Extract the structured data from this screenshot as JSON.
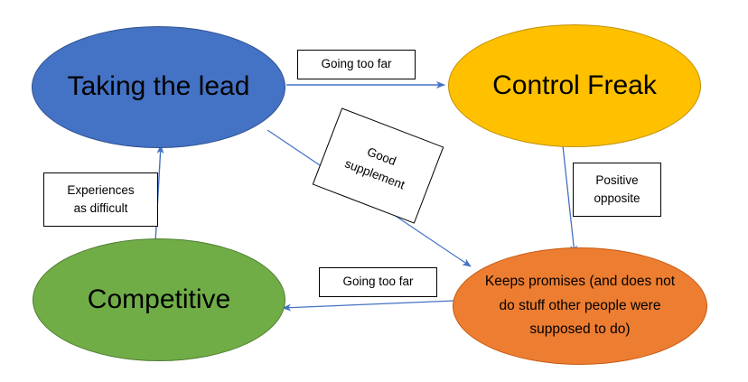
{
  "diagram": {
    "title": "Taking the lead / Control Freak behaviour cycle",
    "type": "cycle-diagram",
    "background": "#ffffff",
    "arrow_color": "#4472C4"
  },
  "nodes": [
    {
      "id": "taking-the-lead",
      "label": "Taking the lead",
      "shape": "ellipse",
      "fill": "#4472C4",
      "stroke": "#2F528F",
      "text_color": "#000000",
      "spellcheck_underline": true
    },
    {
      "id": "control-freak",
      "label": "Control Freak",
      "shape": "ellipse",
      "fill": "#FFC000",
      "stroke": "#BF9000",
      "text_color": "#000000",
      "spellcheck_underline": false
    },
    {
      "id": "competitive",
      "label": "Competitive",
      "shape": "ellipse",
      "fill": "#70AD47",
      "stroke": "#507E32",
      "text_color": "#000000",
      "spellcheck_underline": true
    },
    {
      "id": "keeps-promises",
      "label": "Keeps promises (and does not\ndo stuff other people were\nsupposed to do)",
      "shape": "ellipse",
      "fill": "#ED7D31",
      "stroke": "#C55A11",
      "text_color": "#000000",
      "spellcheck_underline": true
    }
  ],
  "edges": [
    {
      "id": "taking-the-lead-to-control-freak",
      "from": "taking-the-lead",
      "to": "control-freak",
      "label": "Going too far",
      "direction": "left-to-right"
    },
    {
      "id": "taking-the-lead-to-keeps-promises",
      "from": "taking-the-lead",
      "to": "keeps-promises",
      "label": "Good\nsupplement",
      "direction": "diagonal-down-right",
      "label_rotation_deg": 21
    },
    {
      "id": "control-freak-to-keeps-promises",
      "from": "control-freak",
      "to": "keeps-promises",
      "label": "Positive\nopposite",
      "direction": "top-to-bottom"
    },
    {
      "id": "keeps-promises-to-competitive",
      "from": "keeps-promises",
      "to": "competitive",
      "label": "Going too far",
      "direction": "right-to-left"
    },
    {
      "id": "competitive-to-taking-the-lead",
      "from": "competitive",
      "to": "taking-the-lead",
      "label": "Experiences\nas difficult",
      "direction": "bottom-to-top"
    }
  ]
}
